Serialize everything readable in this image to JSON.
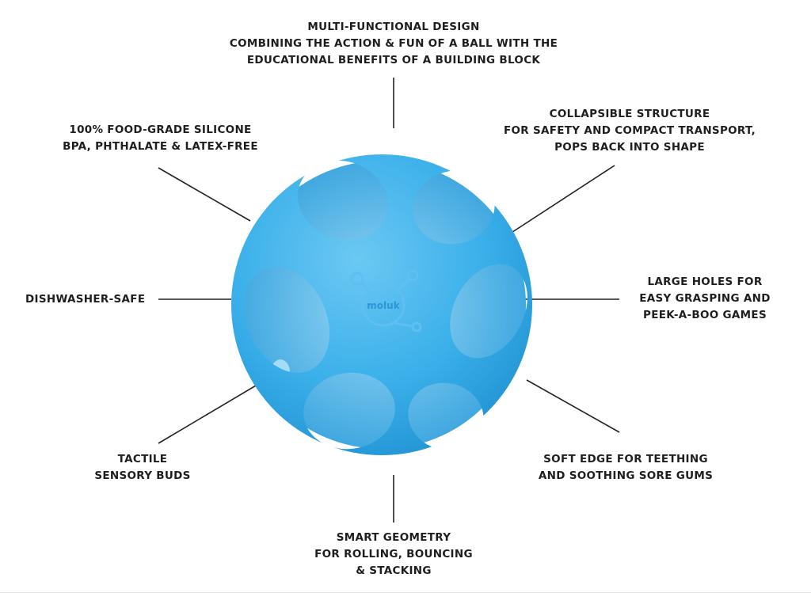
{
  "brand": {
    "logo_text": "moluk",
    "ball_color": "#3bb0ea"
  },
  "callouts": {
    "top": [
      "MULTI-FUNCTIONAL DESIGN",
      "COMBINING THE ACTION & FUN OF A BALL WITH THE",
      "EDUCATIONAL BENEFITS OF A BUILDING BLOCK"
    ],
    "top_left": [
      "100% FOOD-GRADE SILICONE",
      "BPA, PHTHALATE & LATEX-FREE"
    ],
    "top_right": [
      "COLLAPSIBLE STRUCTURE",
      "FOR SAFETY AND COMPACT TRANSPORT,",
      "POPS BACK INTO SHAPE"
    ],
    "mid_left": [
      "DISHWASHER-SAFE"
    ],
    "mid_right": [
      "LARGE HOLES FOR",
      "EASY GRASPING AND",
      "PEEK-A-BOO GAMES"
    ],
    "bottom_left": [
      "TACTILE",
      "SENSORY BUDS"
    ],
    "bottom_right": [
      "SOFT EDGE FOR TEETHING",
      "AND SOOTHING SORE GUMS"
    ],
    "bottom": [
      "SMART GEOMETRY",
      "FOR ROLLING, BOUNCING",
      "& STACKING"
    ]
  }
}
